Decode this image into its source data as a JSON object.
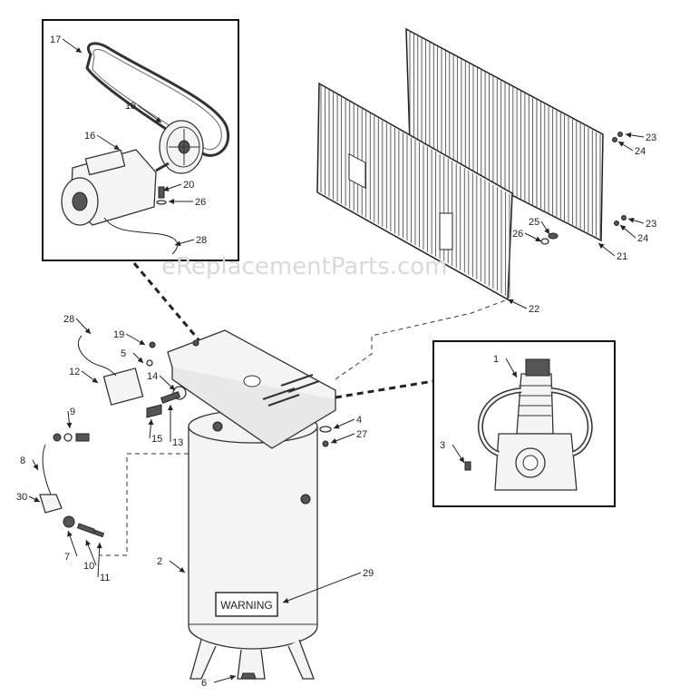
{
  "watermark": "eReplacementParts.com",
  "warning_label": "WARNING",
  "callouts": [
    {
      "id": "c17",
      "text": "17"
    },
    {
      "id": "c18",
      "text": "18"
    },
    {
      "id": "c16",
      "text": "16"
    },
    {
      "id": "c20",
      "text": "20"
    },
    {
      "id": "c26a",
      "text": "26"
    },
    {
      "id": "c28a",
      "text": "28"
    },
    {
      "id": "c23a",
      "text": "23"
    },
    {
      "id": "c24a",
      "text": "24"
    },
    {
      "id": "c25",
      "text": "25"
    },
    {
      "id": "c26b",
      "text": "26"
    },
    {
      "id": "c23b",
      "text": "23"
    },
    {
      "id": "c24b",
      "text": "24"
    },
    {
      "id": "c21",
      "text": "21"
    },
    {
      "id": "c22",
      "text": "22"
    },
    {
      "id": "c28b",
      "text": "28"
    },
    {
      "id": "c19",
      "text": "19"
    },
    {
      "id": "c5",
      "text": "5"
    },
    {
      "id": "c12",
      "text": "12"
    },
    {
      "id": "c14",
      "text": "14"
    },
    {
      "id": "c9",
      "text": "9"
    },
    {
      "id": "c15",
      "text": "15"
    },
    {
      "id": "c13",
      "text": "13"
    },
    {
      "id": "c4",
      "text": "4"
    },
    {
      "id": "c27",
      "text": "27"
    },
    {
      "id": "c1",
      "text": "1"
    },
    {
      "id": "c3",
      "text": "3"
    },
    {
      "id": "c8",
      "text": "8"
    },
    {
      "id": "c30",
      "text": "30"
    },
    {
      "id": "c7",
      "text": "7"
    },
    {
      "id": "c10",
      "text": "10"
    },
    {
      "id": "c11",
      "text": "11"
    },
    {
      "id": "c2",
      "text": "2"
    },
    {
      "id": "c29",
      "text": "29"
    },
    {
      "id": "c6",
      "text": "6"
    }
  ]
}
